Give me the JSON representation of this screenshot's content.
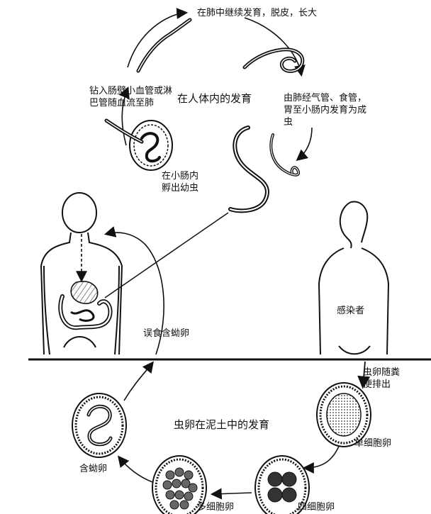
{
  "sections": {
    "in_body": "在人体内的发育",
    "in_soil": "虫卵在泥土中的发育"
  },
  "stages": {
    "lung": "在肺中继续发育，脱皮，长大",
    "trachea": "由肺经气管、食管，胃至小肠内发育为成虫",
    "penetrate": "钻入肠壁小血管或淋巴管随血流至肺",
    "hatch": "在小肠内孵出幼虫",
    "swallow": "误食含蚴卵",
    "infected": "感染者",
    "excreted": "虫卵随粪便排出",
    "single_cell": "单细胞卵",
    "four_cell": "四细胞卵",
    "multi_cell": "多细胞卵",
    "larva_egg": "含蚴卵"
  },
  "colors": {
    "ink": "#111111",
    "egg_shell": "#222222",
    "paper": "#ffffff"
  }
}
